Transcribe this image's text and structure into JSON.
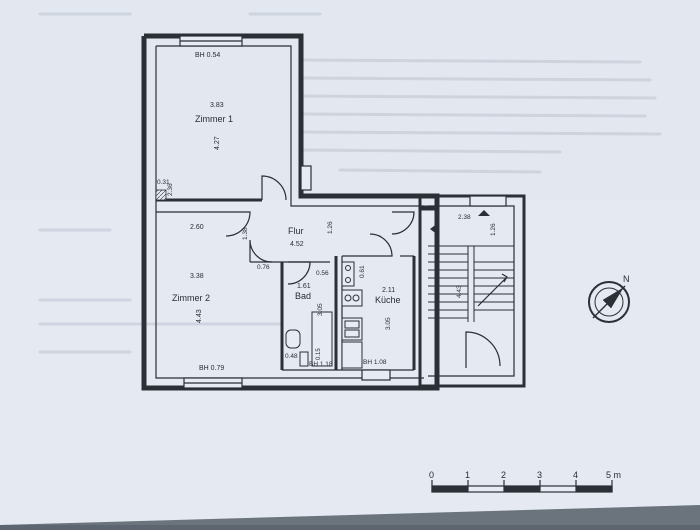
{
  "rooms": {
    "zimmer1": {
      "name": "Zimmer 1",
      "width": "3.83",
      "length": "4.27",
      "bh": "BH 0.54",
      "small1": "0.31",
      "small2": "2.36"
    },
    "zimmer2": {
      "name": "Zimmer 2",
      "width_top": "2.60",
      "width": "3.38",
      "length": "4.43",
      "bh": "BH 0.79"
    },
    "flur": {
      "name": "Flur",
      "width": "4.52",
      "dim_left": "1.38",
      "dim_right": "1.26",
      "corner": "0.76"
    },
    "bad": {
      "name": "Bad",
      "width": "1.61",
      "length": "3.05",
      "top": "0.56",
      "small": "0.48",
      "bh": "BH 1.18",
      "gap": "0.15"
    },
    "kueche": {
      "name": "Küche",
      "width": "2.11",
      "length": "3.05",
      "small": "0.61",
      "bh": "BH 1.08"
    },
    "stair": {
      "top": "2.38",
      "side": "1.26",
      "length": "4.43"
    }
  },
  "scale": {
    "ticks": [
      "0",
      "1",
      "2",
      "3",
      "4",
      "5 m"
    ]
  },
  "north": {
    "label": "N"
  },
  "colors": {
    "paper": "#e6ebf4",
    "line": "#2b2f36",
    "background": "#5d6670"
  }
}
